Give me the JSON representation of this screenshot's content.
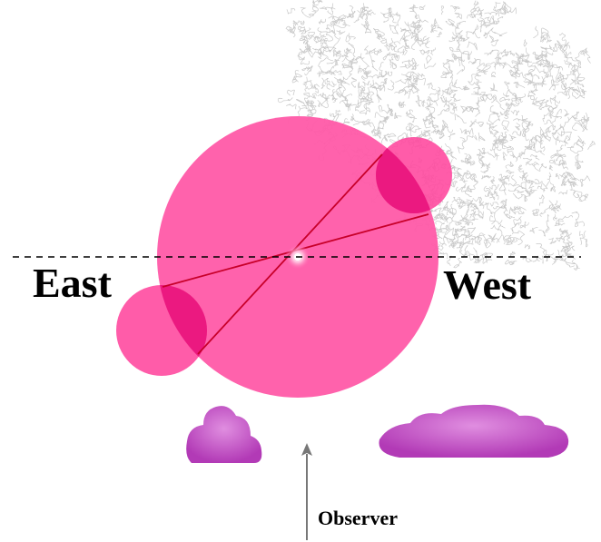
{
  "labels": {
    "east": "East",
    "west": "West",
    "observer": "Observer"
  },
  "colors": {
    "big_disc": "#ff5aa8",
    "small_disc": "#ff4aa0",
    "overlap": "#e8107a",
    "lines": "#c8002a",
    "cloud": "#b43fb8",
    "cloud_highlight": "#dc80dc",
    "texture": "#9a9a9a",
    "horizon": "#000000",
    "arrow": "#777777"
  },
  "icons": {
    "texture": "scribble-texture",
    "cloud_left": "cloud-icon",
    "cloud_right": "cloud-icon",
    "observer_arrow": "arrow-up-icon"
  }
}
